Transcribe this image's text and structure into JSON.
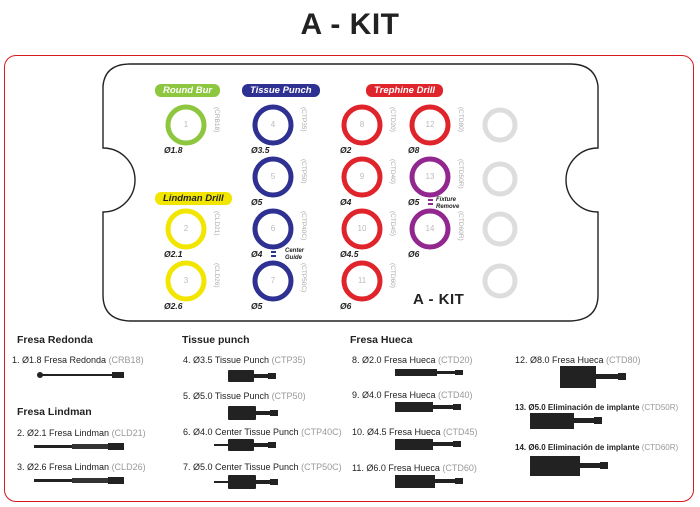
{
  "title": "A - KIT",
  "tray": {
    "brand": "A - KIT",
    "tags": {
      "round_bur": "Round Bur",
      "tissue_punch": "Tissue Punch",
      "trephine_drill": "Trephine Drill",
      "lindman_drill": "Lindman Drill"
    },
    "notes": {
      "center_guide": "Center\nGuide",
      "fixture_remove": "Fixture\nRemove"
    },
    "slots": [
      {
        "num": "1",
        "size": "Ø1.8",
        "code": "(CRB18)",
        "color": "#8dc63f"
      },
      {
        "num": "2",
        "size": "Ø2.1",
        "code": "(CLD21)",
        "color": "#f2e600"
      },
      {
        "num": "3",
        "size": "Ø2.6",
        "code": "(CLD26)",
        "color": "#f2e600"
      },
      {
        "num": "4",
        "size": "Ø3.5",
        "code": "(CTP35)",
        "color": "#2e3192"
      },
      {
        "num": "5",
        "size": "Ø5",
        "code": "(CTP50)",
        "color": "#2e3192"
      },
      {
        "num": "6",
        "size": "Ø4",
        "code": "(CTP40C)",
        "color": "#2e3192"
      },
      {
        "num": "7",
        "size": "Ø5",
        "code": "(CTP50C)",
        "color": "#2e3192"
      },
      {
        "num": "8",
        "size": "Ø2",
        "code": "(CTD20)",
        "color": "#e0242b"
      },
      {
        "num": "9",
        "size": "Ø4",
        "code": "(CTD40)",
        "color": "#e0242b"
      },
      {
        "num": "10",
        "size": "Ø4.5",
        "code": "(CTD45)",
        "color": "#e0242b"
      },
      {
        "num": "11",
        "size": "Ø6",
        "code": "(CTD60)",
        "color": "#e0242b"
      },
      {
        "num": "12",
        "size": "Ø8",
        "code": "(CTD80)",
        "color": "#e0242b"
      },
      {
        "num": "13",
        "size": "Ø5",
        "code": "(CTD50R)",
        "color": "#92278f"
      },
      {
        "num": "14",
        "size": "Ø6",
        "code": "(CTD60R)",
        "color": "#92278f"
      }
    ]
  },
  "sections": {
    "fresa_redonda": "Fresa Redonda",
    "fresa_lindman": "Fresa Lindman",
    "tissue_punch": "Tissue punch",
    "fresa_hueca": "Fresa Hueca"
  },
  "items": [
    {
      "text": "1.  Ø1.8 Fresa Redonda ",
      "code": "(CRB18)"
    },
    {
      "text": "2.  Ø2.1 Fresa Lindman ",
      "code": "(CLD21)"
    },
    {
      "text": "3.  Ø2.6 Fresa Lindman ",
      "code": "(CLD26)"
    },
    {
      "text": "4.  Ø3.5 Tissue Punch ",
      "code": "(CTP35)"
    },
    {
      "text": "5.  Ø5.0 Tissue Punch ",
      "code": "(CTP50)"
    },
    {
      "text": "6.  Ø4.0 Center Tissue Punch ",
      "code": "(CTP40C)"
    },
    {
      "text": "7.  Ø5.0 Center Tissue Punch ",
      "code": "(CTP50C)"
    },
    {
      "text": "8.  Ø2.0 Fresa Hueca ",
      "code": "(CTD20)"
    },
    {
      "text": "9.  Ø4.0 Fresa Hueca ",
      "code": "(CTD40)"
    },
    {
      "text": "10.  Ø4.5 Fresa Hueca ",
      "code": "(CTD45)"
    },
    {
      "text": "11.  Ø6.0 Fresa Hueca ",
      "code": "(CTD60)"
    },
    {
      "text": "12.  Ø8.0 Fresa Hueca ",
      "code": "(CTD80)"
    },
    {
      "text": "13. Ø5.0 Eliminación de implante ",
      "code": "(CTD50R)"
    },
    {
      "text": "14. Ø6.0 Eliminación de implante ",
      "code": "(CTD60R)"
    }
  ],
  "colors": {
    "frame": "#d71920",
    "round_bur": "#8dc63f",
    "lindman": "#f2e600",
    "tissue_punch": "#2e3192",
    "trephine": "#e0242b",
    "removal": "#92278f",
    "empty": "#dddddd"
  }
}
